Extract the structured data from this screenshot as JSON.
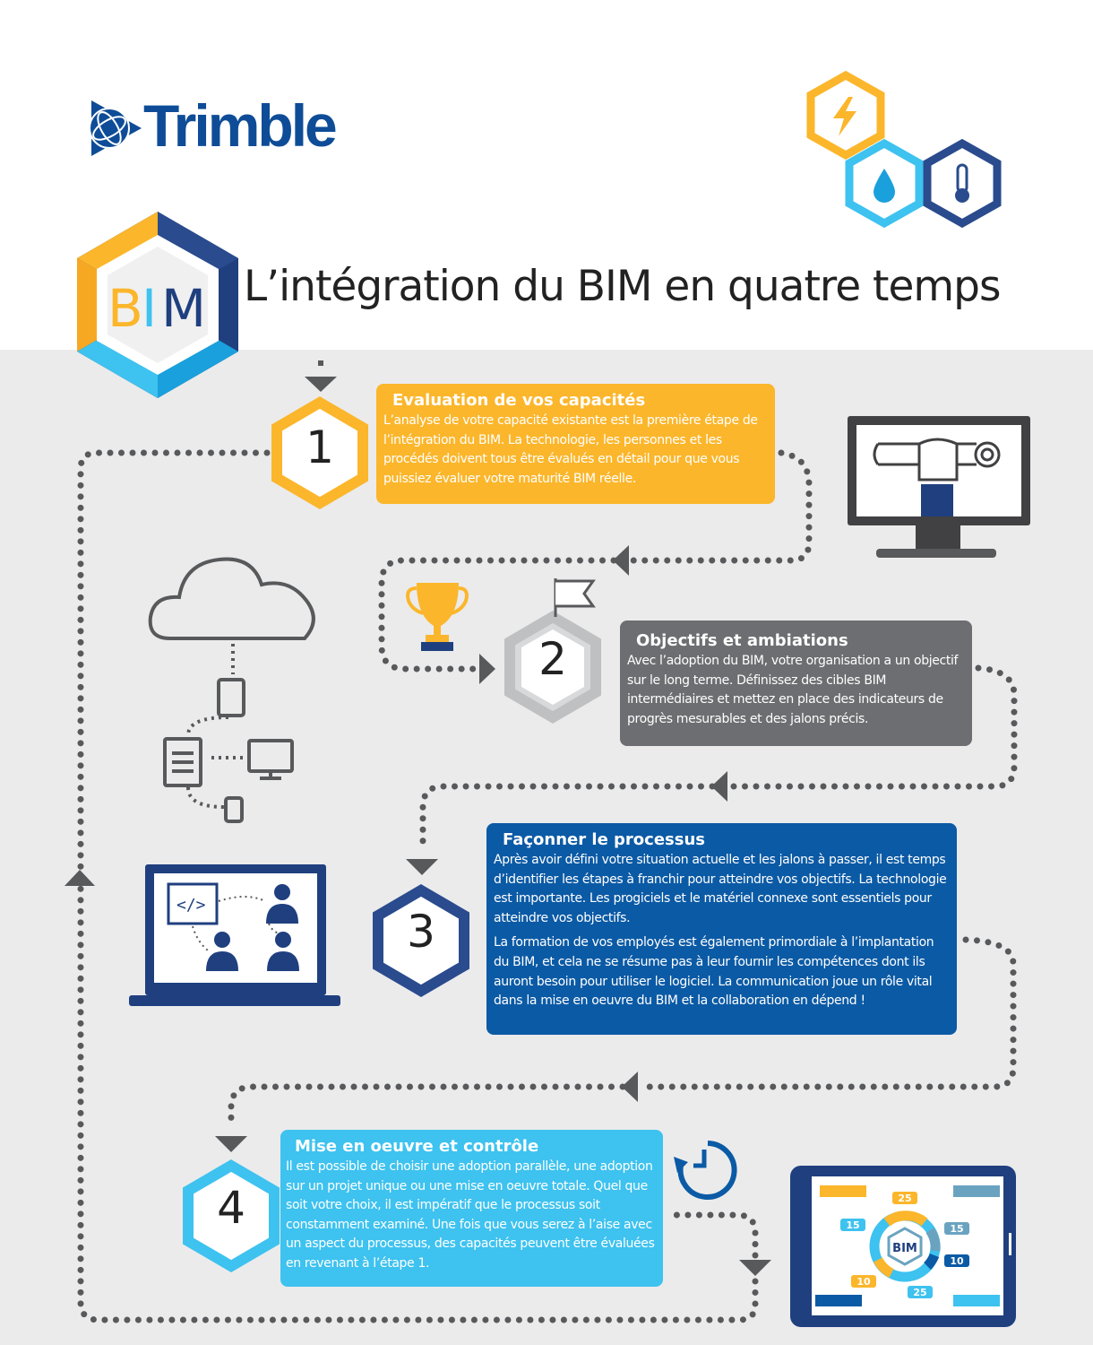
{
  "brand": {
    "name": "Trimble",
    "color": "#0e4c97"
  },
  "header": {
    "title": "L’intégration du BIM en quatre temps",
    "badge_text": "BIM"
  },
  "colors": {
    "yellow": "#fbb62b",
    "gray": "#6d6e71",
    "blue": "#0b5aa5",
    "cyan": "#3ec2ef",
    "navy": "#1f3f7f",
    "background": "#ebebec"
  },
  "steps": [
    {
      "number": "1",
      "title": "Evaluation de vos capacités",
      "paragraphs": [
        "L’analyse de votre capacité existante est la première étape de l’intégration du BIM. La technologie, les personnes et les procédés doivent tous être évalués en détail pour que vous puissiez évaluer votre maturité BIM réelle."
      ]
    },
    {
      "number": "2",
      "title": "Objectifs et ambiations",
      "paragraphs": [
        "Avec l’adoption du BIM, votre organisation a un objectif sur le long terme. Définissez des cibles BIM intermédiaires et mettez en place des indicateurs de progrès mesurables et des jalons précis."
      ]
    },
    {
      "number": "3",
      "title": "Façonner le processus",
      "paragraphs": [
        "Après avoir défini votre situation actuelle et les jalons à passer, il est temps d’identifier les étapes à franchir pour atteindre vos objectifs. La technologie est importante. Les progiciels et le matériel connexe sont essentiels pour atteindre vos objectifs.",
        "La formation de vos employés est également primordiale à l’implantation du BIM, et cela ne se résume pas à leur fournir les compétences dont ils auront besoin pour utiliser le logiciel. La communication joue un rôle vital dans la mise en oeuvre du BIM et la collaboration en dépend !"
      ]
    },
    {
      "number": "4",
      "title": "Mise en oeuvre et contrôle",
      "paragraphs": [
        "Il est possible de choisir une adoption parallèle, une adoption sur un projet unique ou une mise en oeuvre totale. Quel que soit votre choix, il est impératif que le processus soit constamment examiné. Une fois que vous serez à l’aise avec un aspect du processus, des capacités peuvent être évaluées en revenant à l’étape 1."
      ]
    }
  ],
  "tablet_chart": {
    "center_label": "BIM",
    "labels": [
      "25",
      "15",
      "15",
      "10",
      "10",
      "25"
    ]
  },
  "code_icon_text": "</>"
}
